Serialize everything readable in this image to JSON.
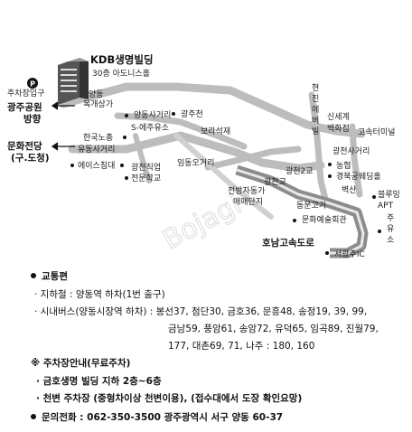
{
  "building": {
    "name": "KDB생명빌딩",
    "floor": "30층 아도니스홀",
    "parking_entrance": "주차장입구",
    "parking_icon": "P"
  },
  "map_labels": {
    "gwangju_park": "광주공원",
    "gwangju_park_dir": "방향",
    "munhwa_jeondang": "문화전당",
    "munhwa_jeondang_sub": "(구.도청)",
    "yangdong_market_1": "양동",
    "yangdong_market_2": "복개상가",
    "yangdong_intersection": "양동사거리",
    "gwangjucheon": "광주천",
    "s_oil": "S-에주유소",
    "borasukje": "보라석재",
    "hanguk_nodong": "한국노총",
    "yudong_intersection": "유동사거리",
    "ace_bed": "에이스침대",
    "gwangcheon_vocational_1": "광천직업",
    "gwangcheon_vocational_2": "전문학교",
    "imdong_ohgeori": "임동오거리",
    "jeonbang_1": "전방자동가",
    "jeonbang_2": "매매단지",
    "gwangcheongyo_2": "광천2교",
    "gwangcheongyo": "광천교",
    "hyundai_1": "현",
    "hyundai_2": "진",
    "hyundai_3": "에",
    "hyundai_4": "버",
    "hyundai_5": "빌",
    "shinsegae_1": "신세계",
    "shinsegae_2": "백화점",
    "express_terminal": "고속터미널",
    "gwangcheon_intersection": "광천사거리",
    "nonghyup": "농협",
    "gyeongbuk_wedding": "경북궁웨딩홀",
    "byeoksan": "벽산",
    "blooming_1": "블루밍",
    "blooming_2": "APT",
    "dongwon": "동운고가",
    "munhwa_yesul": "문화예술회관",
    "honam_expressway": "호남고속도로",
    "juyuso_1": "주",
    "juyuso_2": "유",
    "juyuso_3": "소",
    "seogwangju_ic": "서광주IC",
    "watermark": "Bojagi"
  },
  "info": {
    "transport_title": "교통편",
    "subway": "· 지하철 : 양동역 하차(1번 출구)",
    "bus_line1": "· 시내버스(양동시장역 하차) : 봉선37, 첨단30, 금호36, 문흥48, 송정19, 39, 99,",
    "bus_line2": "금남59, 풍암61, 송암72, 유덕65, 임곡89, 진월79,",
    "bus_line3": "177, 대촌69, 71, 나주 : 180, 160",
    "parking_title": "※  주차장안내(무료주차)",
    "parking_line1": "· 금호생명 빌딩 지하 2층~6층",
    "parking_line2": "· 천변 주차장 (중형차이상 천변이용), (접수대에서 도장 확인요망)",
    "contact": "문의전화 : 062-350-3500 광주광역시 서구 양동 60-37"
  }
}
